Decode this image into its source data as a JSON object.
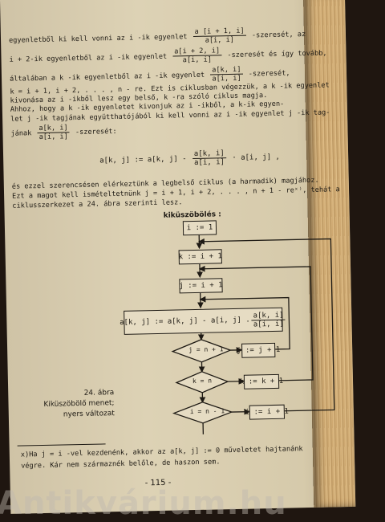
{
  "text": {
    "l1a": "egyenletből ki kell vonni az  i -ik egyenlet",
    "l1_num": "a [i + 1, i]",
    "l1_den": "a[i, i]",
    "l1b": "-szeresét, az",
    "l2a": "i + 2-ik  egyenletből az  i -ik egyenlet",
    "l2_num": "a[i + 2, i]",
    "l2_den": "a[i, i]",
    "l2b": "-szeresét és így tovább,",
    "l3a": "általában a   k -ik egyenletből az  i -ik egyenlet",
    "l3_num": "a[k, i]",
    "l3_den": "a[i, i]",
    "l3b": "-szeresét,",
    "l4": "k = i + 1,   i + 2,  . . . ,  n - re. Ezt is ciklusban végezzük, a  k -ik egyenlet",
    "l5": "kivonása az  i -ikből lesz egy belső,  k -ra szóló ciklus magja.",
    "l6": "    Ahhoz, hogy a  k -ik egyenletet kivonjuk az  i -ikből, a  k-ik egyen-",
    "l7": "let  j -ik tagjának együtthatójából ki kell vonni az  i -ik egyenlet  j -ik tag-",
    "l8a": "jának",
    "l8_num": "a[k, i]",
    "l8_den": "a[i, i]",
    "l8b": "-szeresét:",
    "formula_a": "a[k, j] := a[k, j] -",
    "formula_num": "a[k, i]",
    "formula_den": "a[i, i]",
    "formula_b": "· a[i, j] ,",
    "l9": "és ezzel szerencsésen elérkeztünk a legbelső ciklus (a harmadik) magjához.",
    "l10": "Ezt a magot kell ismételtetnünk  j = i + 1,  i + 2,  . . . ,  n + 1 - reˣ⁾, tehát a",
    "l11": "ciklusszerkezet a 24. ábra szerinti lesz."
  },
  "flowchart": {
    "title": "kiküszöbölés :",
    "box_i": "i := 1",
    "box_k": "k := i + 1",
    "box_j": "j := i + 1",
    "box_main_a": "a[k, j] := a[k, j] - a[i, j] .",
    "box_main_num": "a[k, i]",
    "box_main_den": "a[i, i]",
    "diamond_j": "j = n + 1",
    "diamond_k": "k = n",
    "diamond_i": "i = n - 1",
    "incr_j": "j := j + 1",
    "incr_k": "k := k + 1",
    "incr_i": "i := i + 1"
  },
  "caption": {
    "num": "24.  ábra",
    "line1": "Kiküszöbölő menet;",
    "line2": "nyers változat"
  },
  "footnote": {
    "line1": "x)Ha  j = i -vel kezdenénk, akkor az   a[k, j] := 0   műveletet hajtanánk",
    "line2": "végre. Kár nem származnék belőle, de haszon sem."
  },
  "page_number": "- 115 -",
  "watermark": "Antikvárium.hu"
}
